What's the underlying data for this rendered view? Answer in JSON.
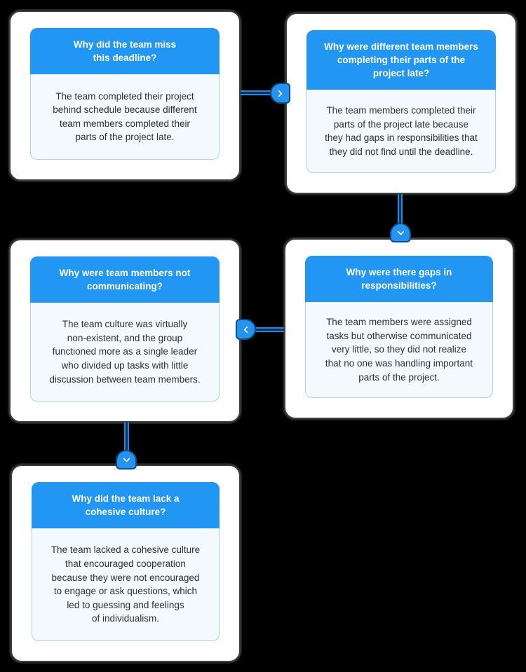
{
  "diagram": {
    "kind": "five-whys-flowchart",
    "background": "#000000"
  },
  "colors": {
    "canvas_bg": "#000000",
    "card_bg": "#ffffff",
    "card_border": "#3f3f3f",
    "header_blue": "#2296f3",
    "header_text": "#ffffff",
    "body_bg": "#f4f9fd",
    "body_border": "#a9d2ee",
    "body_text": "#2f2f2f",
    "line_blue": "#2089e8",
    "line_gap": "#0a3154",
    "badge_blue": "#2494f0",
    "badge_ring": "#0c4c86"
  },
  "cards": [
    {
      "id": "card-1",
      "question": "Why did the team miss\nthis deadline?",
      "answer": "The team completed their project\nbehind schedule because different\nteam members completed their\nparts of the project late."
    },
    {
      "id": "card-2",
      "question": "Why were different team members\ncompleting their parts of the\nproject late?",
      "answer": "The team members completed their\nparts of the project late because\nthey had gaps in responsibilities that\nthey did not find until the deadline."
    },
    {
      "id": "card-3",
      "question": "Why were team members not\ncommunicating?",
      "answer": "The team culture was virtually\nnon-existent, and the group\nfunctioned more as a single leader\nwho divided up tasks with little\ndiscussion between team members."
    },
    {
      "id": "card-4",
      "question": "Why were there gaps in\nresponsibilities?",
      "answer": "The team members were assigned\ntasks but otherwise communicated\nvery little, so they did not realize\nthat no one was handling important\nparts of the project."
    },
    {
      "id": "card-5",
      "question": "Why did the team lack a\ncohesive culture?",
      "answer": "The team lacked a cohesive culture\nthat encouraged cooperation\nbecause they were not encouraged\nto engage or ask questions, which\nled to guessing and feelings\nof individualism."
    }
  ],
  "connectors": [
    {
      "icon": "chevron-right",
      "from": "card-1",
      "to": "card-2"
    },
    {
      "icon": "chevron-down",
      "from": "card-2",
      "to": "card-4"
    },
    {
      "icon": "chevron-left",
      "from": "card-4",
      "to": "card-3"
    },
    {
      "icon": "chevron-down",
      "from": "card-3",
      "to": "card-5"
    }
  ]
}
